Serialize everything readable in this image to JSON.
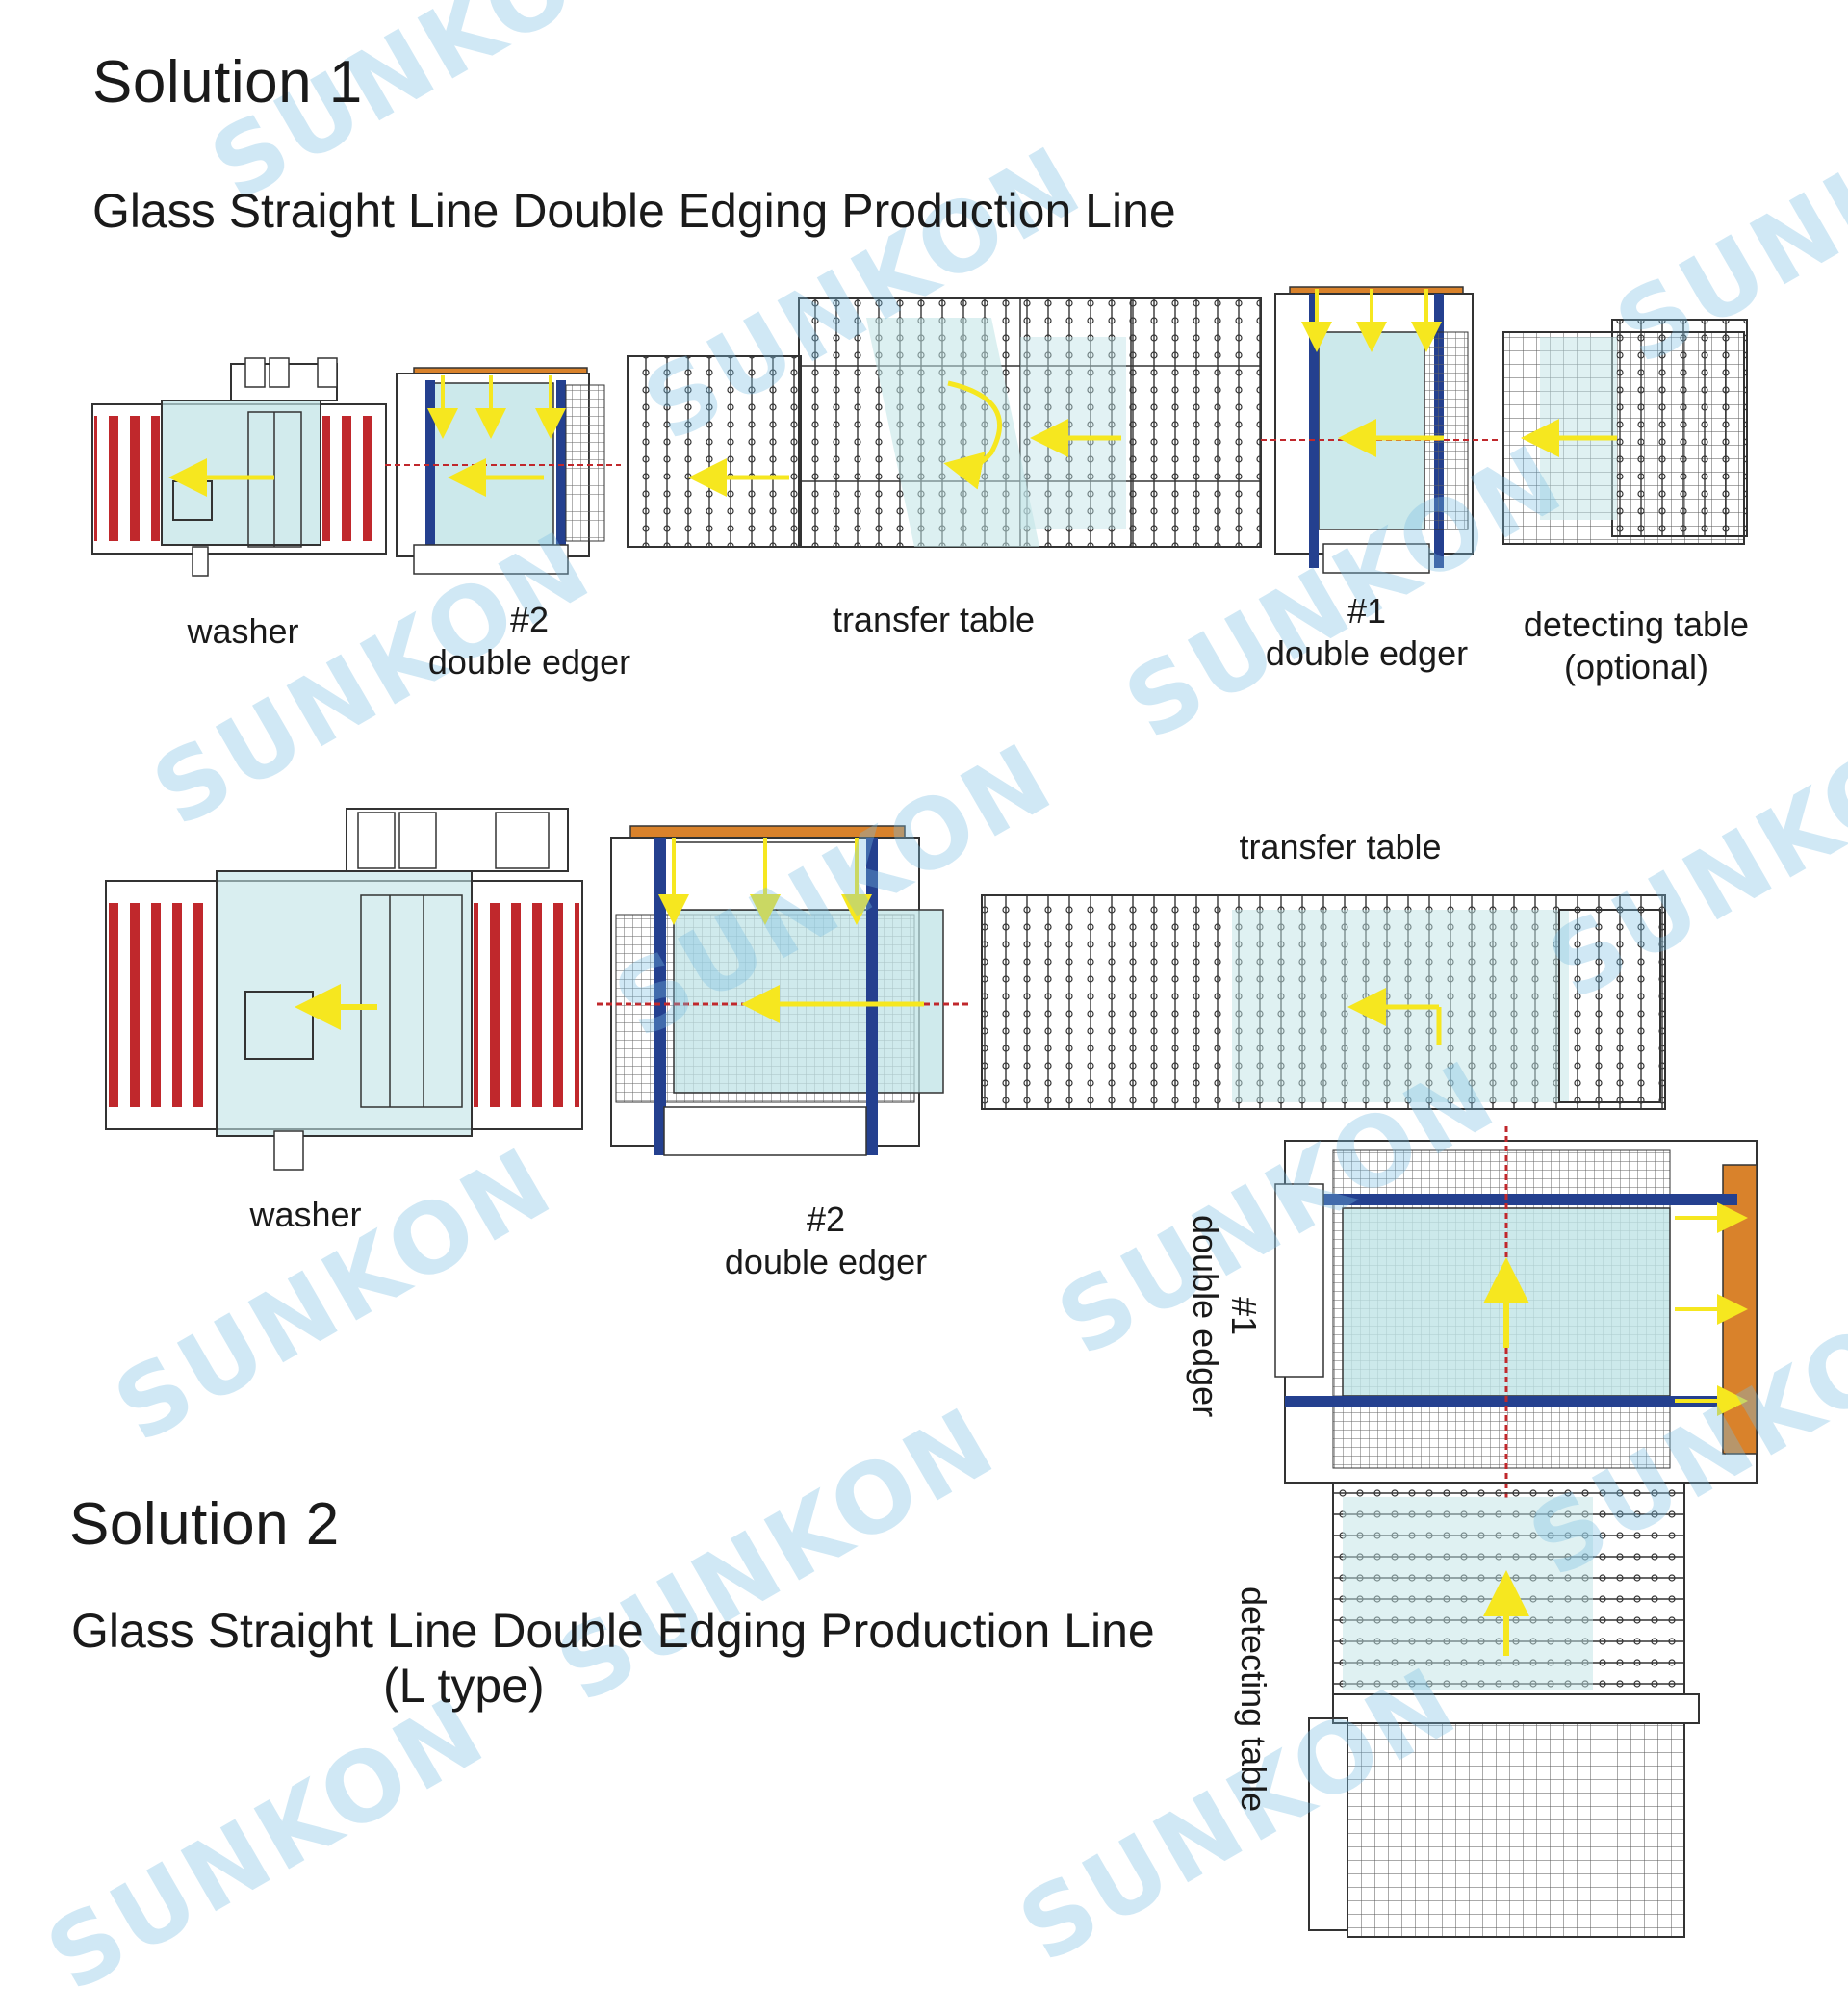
{
  "solution1": {
    "heading": "Solution 1",
    "subtitle": "Glass Straight Line Double Edging Production Line",
    "labels": {
      "washer": "washer",
      "edger2_num": "#2",
      "edger2_name": "double edger",
      "transfer": "transfer table",
      "edger1_num": "#1",
      "edger1_name": "double edger",
      "detect_line1": "detecting table",
      "detect_line2": "(optional)"
    }
  },
  "solution2": {
    "heading": "Solution 2",
    "subtitle_line1": "Glass Straight Line Double Edging Production Line",
    "subtitle_line2": "(L  type)",
    "labels": {
      "transfer": "transfer table",
      "washer": "washer",
      "edger2_num": "#2",
      "edger2_name": "double edger",
      "edger1_num": "#1",
      "edger1_name": "double edger",
      "detect": "detecting table"
    }
  },
  "watermark": "SUNKON",
  "colors": {
    "roller_red": "#c0282c",
    "frame_blue": "#24408f",
    "cover_orange": "#d9822b",
    "glass_cyan": "#bfe3e6",
    "arrow_yellow": "#f6e71f",
    "line_gray": "#333333",
    "watermark_blue": "#7cc0e3"
  }
}
